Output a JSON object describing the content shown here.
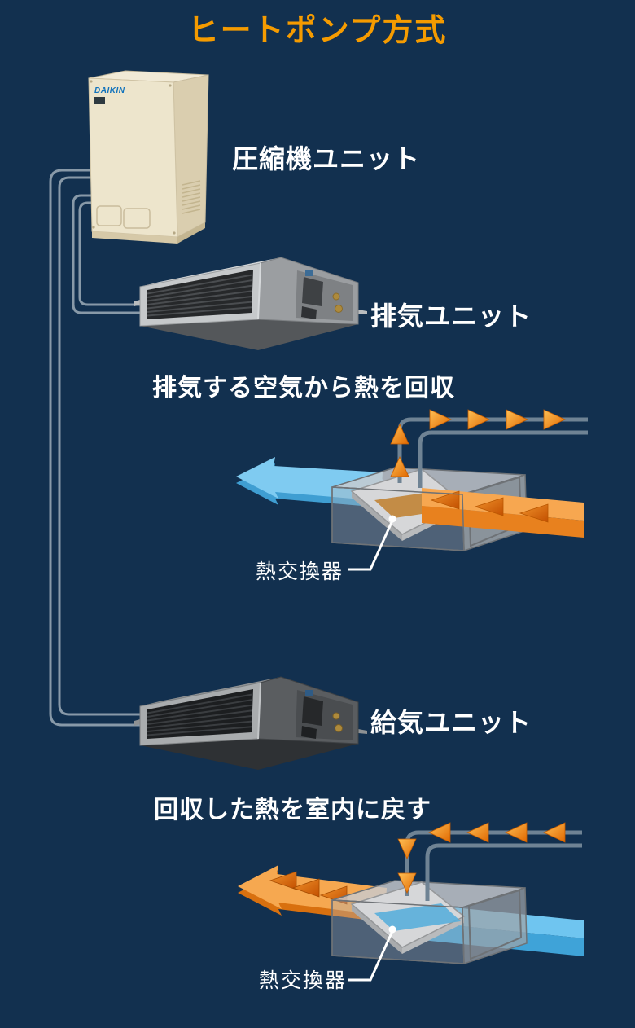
{
  "page": {
    "title": "ヒートポンプ方式",
    "title_color": "#F59B00",
    "background_color": "#12304F"
  },
  "compressor": {
    "label": "圧縮機ユニット",
    "brand": "DAIKIN"
  },
  "exhaust_unit": {
    "label": "排気ユニット",
    "caption": "排気する空気から熱を回収",
    "heat_exchanger_label": "熱交換器"
  },
  "supply_unit": {
    "label": "給気ユニット",
    "caption": "回収した熱を室内に戻す",
    "heat_exchanger_label": "熱交換器"
  },
  "colors": {
    "accent_orange": "#F59B00",
    "flow_arrow_orange": "#F08300",
    "warm_air_band": "#F7A750",
    "cool_air_band": "#7FCBF1",
    "refrigerant_pipe_gray": "#95A5B2",
    "diagram_pipe_gray": "#6F8394",
    "text_white": "#FFFFFF",
    "daikin_blue": "#1273BC"
  }
}
